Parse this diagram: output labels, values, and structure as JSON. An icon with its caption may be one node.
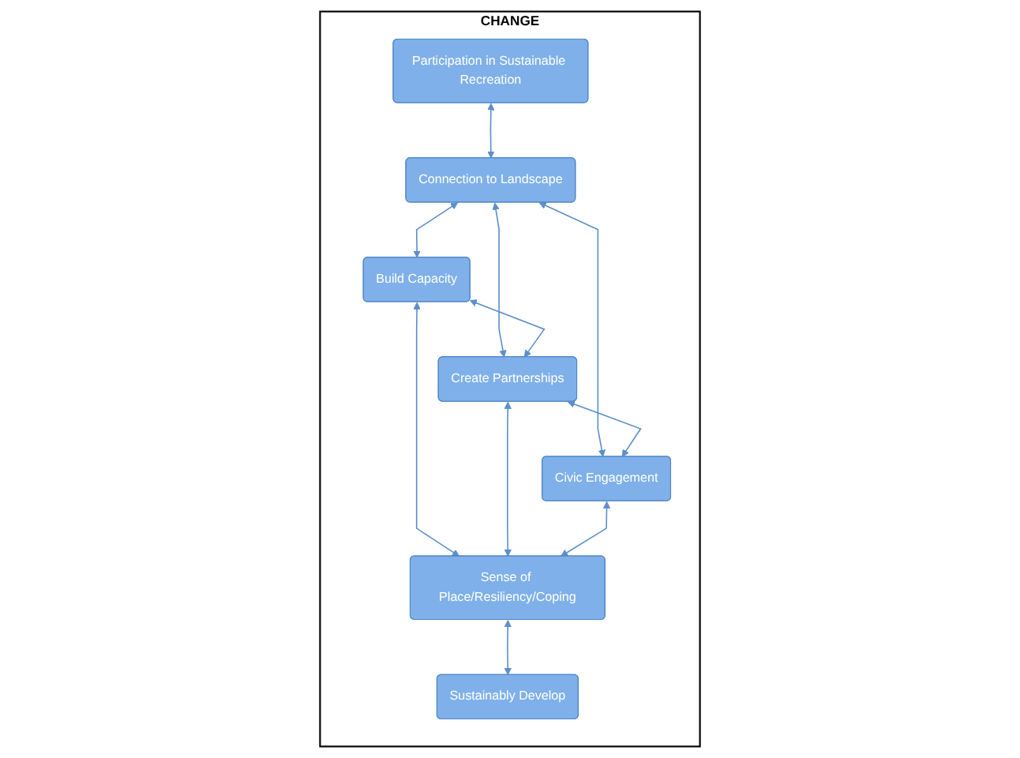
{
  "diagram": {
    "nodes": [
      {
        "text": [
          "CHANGE"
        ]
      },
      {
        "text": [
          "Participation in Sustainable Recreation"
        ],
        "in": 0
      },
      {
        "text": [
          "Connection to Landscape"
        ],
        "in": 0
      },
      {
        "text": [
          "Build Capacity"
        ],
        "in": 0
      },
      {
        "text": [
          "Create Partnerships"
        ],
        "in": 0
      },
      {
        "text": [
          "Civic Engagement"
        ],
        "in": 0
      },
      {
        "text": [
          "Sense of Place/Resiliency/Coping"
        ],
        "in": 0
      },
      {
        "text": [
          "Sustainably Develop"
        ],
        "in": 0
      }
    ],
    "edges": [
      {
        "from": 1,
        "to": 2,
        "arrow": "both"
      },
      {
        "from": 2,
        "to": 3,
        "arrow": "both"
      },
      {
        "from": 2,
        "to": 4,
        "arrow": "both"
      },
      {
        "from": 2,
        "to": 5,
        "arrow": "both"
      },
      {
        "from": 3,
        "to": 4,
        "arrow": "both"
      },
      {
        "from": 4,
        "to": 5,
        "arrow": "both"
      },
      {
        "from": 3,
        "to": 6,
        "arrow": "both"
      },
      {
        "from": 4,
        "to": 6,
        "arrow": "both"
      },
      {
        "from": 5,
        "to": 6,
        "arrow": "both"
      },
      {
        "from": 6,
        "to": 7,
        "arrow": "both"
      }
    ]
  }
}
